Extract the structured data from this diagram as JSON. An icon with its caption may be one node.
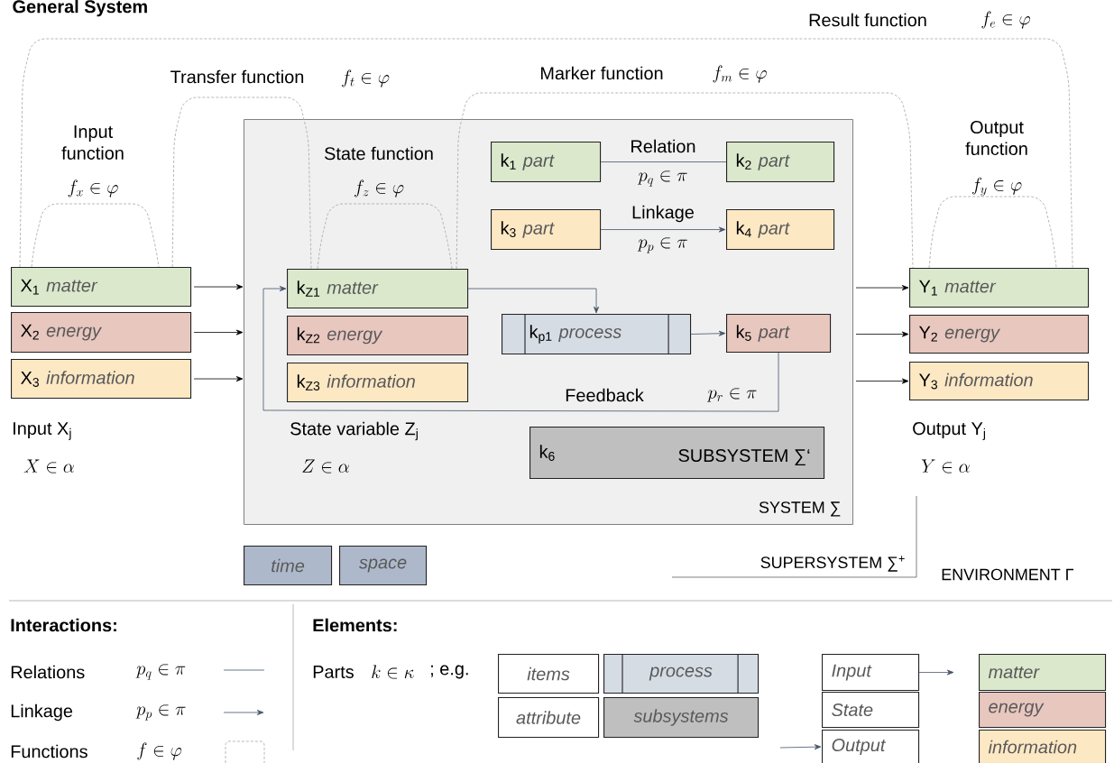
{
  "diagram": {
    "title": "General System",
    "nodes": [
      {
        "text": [
          "SYSTEM ∑"
        ]
      },
      {
        "text": [
          "X$_{1}$",
          "matter"
        ]
      },
      {
        "text": [
          "X$_{2}$",
          "energy"
        ]
      },
      {
        "text": [
          "X$_{3}$",
          "information"
        ]
      },
      {
        "text": [
          "k$_{Z1}$",
          "matter"
        ],
        "in": 0
      },
      {
        "text": [
          "k$_{Z2}$",
          "energy"
        ],
        "in": 0
      },
      {
        "text": [
          "k$_{Z3}$",
          "information"
        ],
        "in": 0
      },
      {
        "text": [
          "k$_{1}$",
          "part"
        ],
        "in": 0
      },
      {
        "text": [
          "k$_{2}$",
          "part"
        ],
        "in": 0
      },
      {
        "text": [
          "k$_{3}$",
          "part"
        ],
        "in": 0
      },
      {
        "text": [
          "k$_{4}$",
          "part"
        ],
        "in": 0
      },
      {
        "text": [
          "k$_{p1}$",
          "process"
        ],
        "in": 0
      },
      {
        "text": [
          "k$_{5}$",
          "part"
        ],
        "in": 0
      },
      {
        "text": [
          "k$_{6}$",
          "SUBSYSTEM ∑‘"
        ],
        "in": 0
      },
      {
        "text": [
          "Y$_{1}$",
          "matter"
        ]
      },
      {
        "text": [
          "Y$_{2}$",
          "energy"
        ]
      },
      {
        "text": [
          "Y$_{3}$",
          "information"
        ]
      },
      {
        "text": [
          "time"
        ]
      },
      {
        "text": [
          "space"
        ]
      },
      {
        "text": [
          "items"
        ]
      },
      {
        "text": [
          "process"
        ]
      },
      {
        "text": [
          "attribute"
        ]
      },
      {
        "text": [
          "subsystems"
        ]
      },
      {
        "text": [
          "Input"
        ]
      },
      {
        "text": [
          "State"
        ]
      },
      {
        "text": [
          "Output"
        ]
      },
      {
        "text": [
          "matter"
        ]
      },
      {
        "text": [
          "energy"
        ]
      },
      {
        "text": [
          "information"
        ]
      }
    ],
    "edges": [
      {
        "from": 1,
        "to": 1,
        "arrow": "none",
        "style": "dashed",
        "color": "#a6a6a6",
        "label": "Input function"
      },
      {
        "from": 1,
        "to": 4,
        "arrow": "none",
        "style": "dashed",
        "color": "#a6a6a6",
        "label": "Transfer function"
      },
      {
        "from": 4,
        "to": 4,
        "arrow": "none",
        "style": "dashed",
        "color": "#a6a6a6",
        "label": "State function"
      },
      {
        "from": 4,
        "to": 14,
        "arrow": "none",
        "style": "dashed",
        "color": "#a6a6a6",
        "label": "Marker function"
      },
      {
        "from": 14,
        "to": 14,
        "arrow": "none",
        "style": "dashed",
        "color": "#a6a6a6",
        "label": "Output function"
      },
      {
        "from": 1,
        "to": 14,
        "arrow": "none",
        "style": "dashed",
        "color": "#a6a6a6",
        "label": "Result function"
      },
      {
        "from": 1,
        "to": 0,
        "arrow": "to",
        "color": "#000000"
      },
      {
        "from": 2,
        "to": 0,
        "arrow": "to",
        "color": "#000000"
      },
      {
        "from": 3,
        "to": 0,
        "arrow": "to",
        "color": "#000000"
      },
      {
        "from": 0,
        "to": 14,
        "arrow": "to",
        "color": "#000000"
      },
      {
        "from": 0,
        "to": 15,
        "arrow": "to",
        "color": "#000000"
      },
      {
        "from": 0,
        "to": 16,
        "arrow": "to",
        "color": "#000000"
      },
      {
        "from": 7,
        "to": 8,
        "arrow": "none",
        "label": "Relation"
      },
      {
        "from": 9,
        "to": 10,
        "arrow": "to",
        "label": "Linkage"
      },
      {
        "from": 4,
        "to": 11,
        "arrow": "to"
      },
      {
        "from": 11,
        "to": 12,
        "arrow": "to"
      },
      {
        "from": 12,
        "to": 4,
        "arrow": "to",
        "label": "Feedback"
      },
      {
        "from": 23,
        "to": 26,
        "arrow": "to"
      },
      {
        "from": null,
        "to": 25,
        "arrow": "to"
      }
    ],
    "labels": [
      "f_x \\in \\varphi",
      "f_t \\in \\varphi",
      "f_z \\in \\varphi",
      "f_m \\in \\varphi",
      "f_y \\in \\varphi",
      "f_e \\in \\varphi",
      "p_q \\in \\pi",
      "p_p \\in \\pi",
      "p_r \\in \\pi",
      "Input X$_{j}$",
      "X \\in \\alpha",
      "State variable Z$_{j}$",
      "Z \\in \\alpha",
      "Output Y$_{j}$",
      "Y \\in \\alpha",
      "SUPERSYSTEM ∑$^{+}$",
      "ENVIRONMENT Γ",
      "Interactions:",
      "p_q \\in \\pi",
      "p_p \\in \\pi",
      "f \\in \\varphi",
      "Elements:",
      "Parts",
      "k \\in \\kappa",
      "; e.g."
    ],
    "legend": [
      {
        "text": "Relations"
      },
      {
        "text": "Linkage"
      },
      {
        "text": "Functions"
      }
    ]
  }
}
